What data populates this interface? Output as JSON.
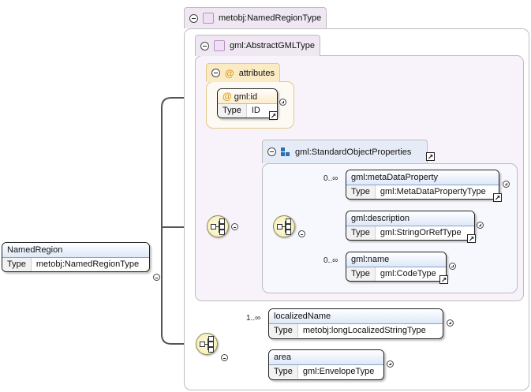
{
  "root": {
    "name": "NamedRegion",
    "type_label": "Type",
    "type_value": "metobj:NamedRegionType"
  },
  "type_group": {
    "title": "metobj:NamedRegionType"
  },
  "abstract_group": {
    "title": "gml:AbstractGMLType"
  },
  "attributes_group": {
    "title": "attributes",
    "gml_id": {
      "name": "gml:id",
      "type_label": "Type",
      "type_value": "ID"
    }
  },
  "std_props": {
    "title": "gml:StandardObjectProperties",
    "elements": [
      {
        "name": "gml:metaDataProperty",
        "type_label": "Type",
        "type_value": "gml:MetaDataPropertyType",
        "cardinality": "0..∞"
      },
      {
        "name": "gml:description",
        "type_label": "Type",
        "type_value": "gml:StringOrRefType",
        "cardinality": ""
      },
      {
        "name": "gml:name",
        "type_label": "Type",
        "type_value": "gml:CodeType",
        "cardinality": "0..∞"
      }
    ]
  },
  "own_sequence": {
    "elements": [
      {
        "name": "localizedName",
        "type_label": "Type",
        "type_value": "metobj:longLocalizedStringType",
        "cardinality": "1..∞"
      },
      {
        "name": "area",
        "type_label": "Type",
        "type_value": "gml:EnvelopeType",
        "cardinality": ""
      }
    ]
  },
  "icons": {
    "collapse": "minus-circle-icon",
    "expand": "plus-circle-icon",
    "reference": "reference-arrow-icon",
    "sequence": "sequence-compositor-icon",
    "complex_type": "complex-type-icon",
    "attribute": "attribute-at-icon",
    "group": "model-group-icon"
  },
  "colors": {
    "element_header": "#dde8f8",
    "attribute_header": "#fbeccb",
    "sequence_fill": "#f2eab2",
    "type_group_fill": "#f8f3fa"
  }
}
